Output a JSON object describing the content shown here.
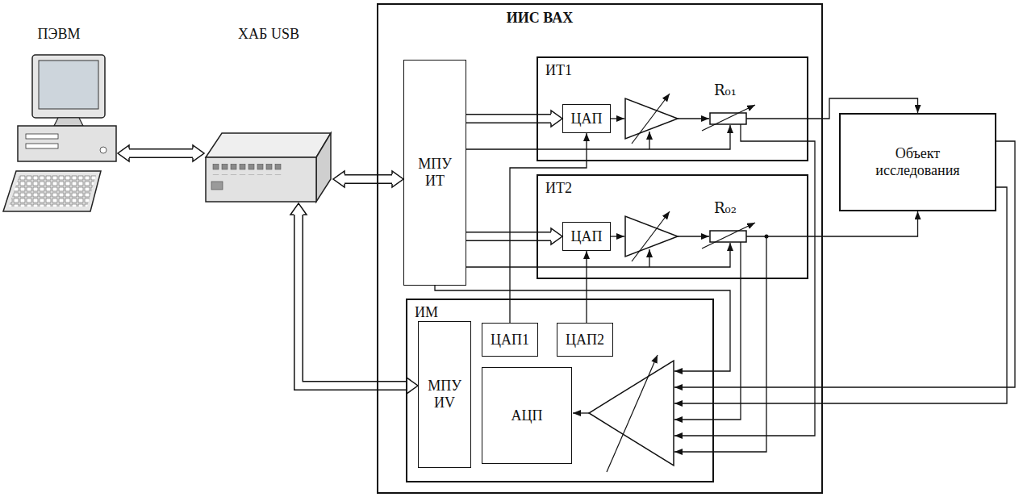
{
  "diagram": {
    "nodes": [
      {
        "text": [
          "ПЭВМ"
        ]
      },
      {
        "text": [
          "ХАБ USB"
        ]
      },
      {
        "text": [
          "ИИС ВАХ"
        ]
      },
      {
        "text": [
          "МПУ ИТ"
        ],
        "in": 2
      },
      {
        "text": [
          "ИТ1"
        ],
        "in": 2
      },
      {
        "text": [
          "ЦАП"
        ],
        "in": 4
      },
      {
        "text": [
          "ИТ2"
        ],
        "in": 2
      },
      {
        "text": [
          "ЦАП"
        ],
        "in": 6
      },
      {
        "text": [
          "ИМ"
        ],
        "in": 2
      },
      {
        "text": [
          "МПУ ИV"
        ],
        "in": 8
      },
      {
        "text": [
          "ЦАП1"
        ],
        "in": 8
      },
      {
        "text": [
          "ЦАП2"
        ],
        "in": 8
      },
      {
        "text": [
          "АЦП"
        ],
        "in": 8
      },
      {
        "text": [
          "Объект исследования"
        ]
      }
    ],
    "edges": [
      {
        "from": 0,
        "to": 1,
        "arrow": "both"
      },
      {
        "from": 1,
        "to": 3,
        "arrow": "both"
      },
      {
        "from": 1,
        "to": 9,
        "arrow": "both"
      },
      {
        "from": 3,
        "to": 5,
        "arrow": "to"
      },
      {
        "from": 3,
        "to": 7,
        "arrow": "to"
      },
      {
        "from": 3,
        "to": 4,
        "arrow": "to"
      },
      {
        "from": 3,
        "to": 6,
        "arrow": "to"
      },
      {
        "from": 10,
        "to": 5,
        "arrow": "to"
      },
      {
        "from": 11,
        "to": 7,
        "arrow": "to"
      },
      {
        "from": 4,
        "to": 13,
        "arrow": "to"
      },
      {
        "from": 6,
        "to": 13,
        "arrow": "to"
      },
      {
        "from": 3,
        "to": 8,
        "arrow": "to"
      },
      {
        "from": 13,
        "to": 8,
        "arrow": "to"
      },
      {
        "from": 13,
        "to": 8,
        "arrow": "to"
      },
      {
        "from": 6,
        "to": 8,
        "arrow": "to"
      },
      {
        "from": 4,
        "to": 8,
        "arrow": "to"
      },
      {
        "from": 6,
        "to": 8,
        "arrow": "to"
      }
    ],
    "labels": [
      "R₀₁",
      "R₀₂"
    ]
  }
}
